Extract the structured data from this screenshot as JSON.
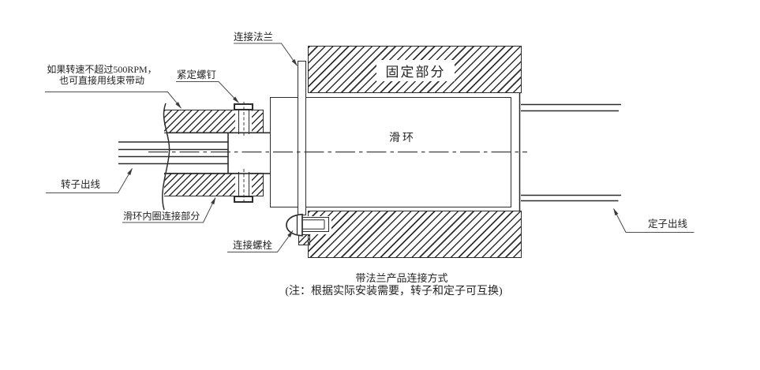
{
  "colors": {
    "line": "#2d2d2d",
    "leader": "#4f4f4f",
    "text": "#242424",
    "background": "#ffffff"
  },
  "labels": {
    "rpm_note_line1": "如果转速不超过500RPM，",
    "rpm_note_line2": "也可直接用线束带动",
    "set_screw": "紧定螺钉",
    "connect_flange": "连接法兰",
    "fixed_part": "固定部分",
    "slip_ring": "滑环",
    "rotor_wire": "转子出线",
    "inner_ring_connection": "滑环内圈连接部分",
    "connect_bolt": "连接螺栓",
    "stator_wire": "定子出线"
  },
  "caption": {
    "title": "带法兰产品连接方式",
    "note": "(注：根据实际安装需要，转子和定子可互换)"
  }
}
